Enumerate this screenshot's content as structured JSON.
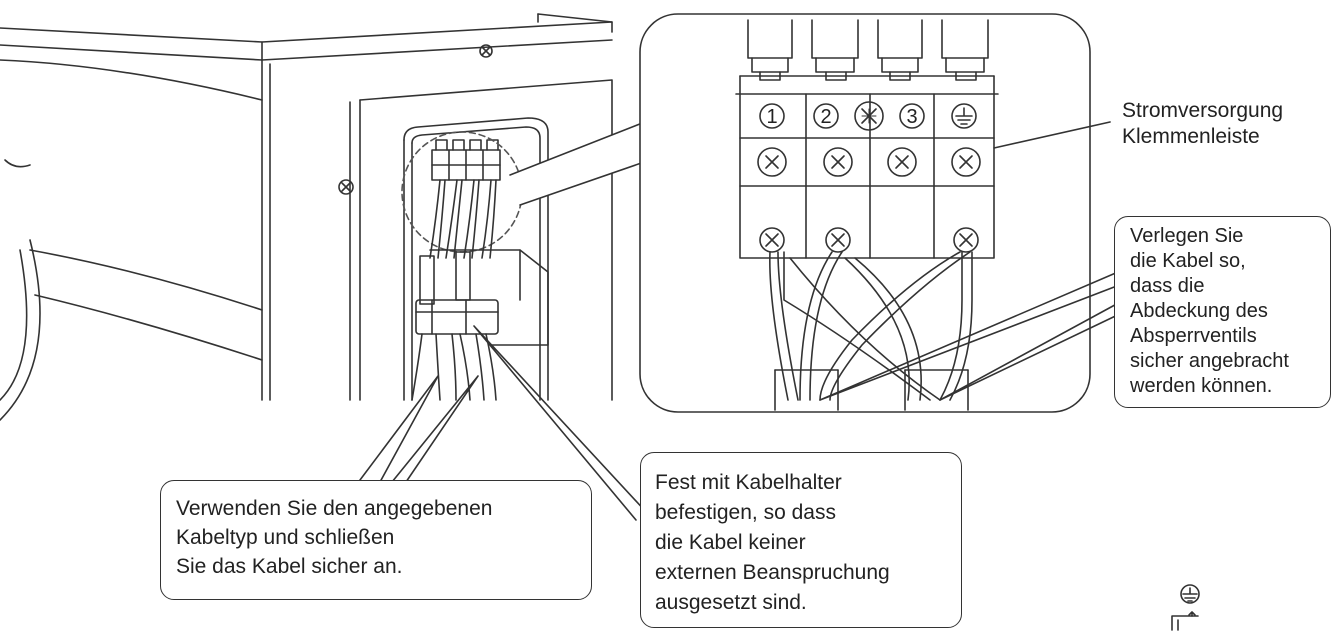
{
  "terminal_block": {
    "terminals": [
      "1",
      "2",
      "3"
    ],
    "title_lines": [
      "Stromversorgung",
      "Klemmenleiste"
    ]
  },
  "callouts": {
    "routing": [
      "Verlegen Sie",
      "die Kabel so,",
      "dass die",
      "Abdeckung des",
      "Absperrventils",
      "sicher angebracht",
      "werden können."
    ],
    "cable_type": [
      "Verwenden Sie den angegebenen",
      "Kabeltyp und schließen",
      "Sie das Kabel sicher an."
    ],
    "clamp": [
      "Fest mit Kabelhalter",
      "befestigen, so dass",
      "die Kabel keiner",
      "externen Beanspruchung",
      "ausgesetzt sind."
    ]
  }
}
